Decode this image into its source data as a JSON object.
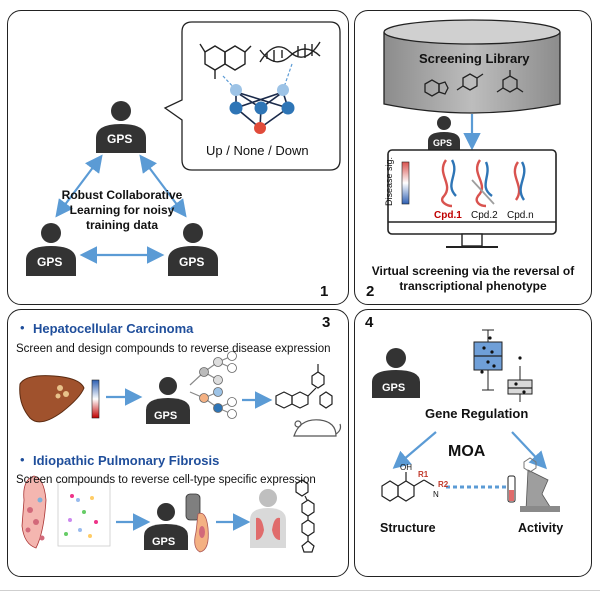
{
  "panel1": {
    "number": "1",
    "gps_label": "GPS",
    "center_text": [
      "Robust Collaborative",
      "Learning for noisy",
      "training data"
    ],
    "bubble_caption": "Up / None / Down"
  },
  "panel2": {
    "number": "2",
    "library_label": "Screening Library",
    "gps_label": "GPS",
    "disease_sig_label": "Disease sig.",
    "compounds": [
      "Cpd.1",
      "Cpd.2",
      "Cpd.n"
    ],
    "caption": [
      "Virtual screening via the reversal of",
      "transcriptional phenotype"
    ],
    "highlight_color": "#c00000"
  },
  "panel3": {
    "number": "3",
    "section1_title": "Hepatocellular Carcinoma",
    "section1_desc": "Screen and design compounds to reverse disease expression",
    "section2_title": "Idiopathic Pulmonary Fibrosis",
    "section2_desc": "Screen compounds to reverse cell-type specific expression",
    "gps_label": "GPS",
    "bullet": "•",
    "title_color": "#1f4e9b"
  },
  "panel4": {
    "number": "4",
    "gps_label": "GPS",
    "gene_regulation": "Gene Regulation",
    "moa": "MOA",
    "structure": "Structure",
    "activity": "Activity",
    "oh_label": "OH",
    "n_label": "N",
    "r1_label": "R1",
    "r2_label": "R2"
  },
  "colors": {
    "arrow_blue": "#5b9bd5",
    "gps_dark": "#333333",
    "node_light": "#9dc3e6",
    "node_mid": "#2e75b6",
    "node_red": "#e04b3a",
    "library_gray": "#a6a6a6"
  }
}
